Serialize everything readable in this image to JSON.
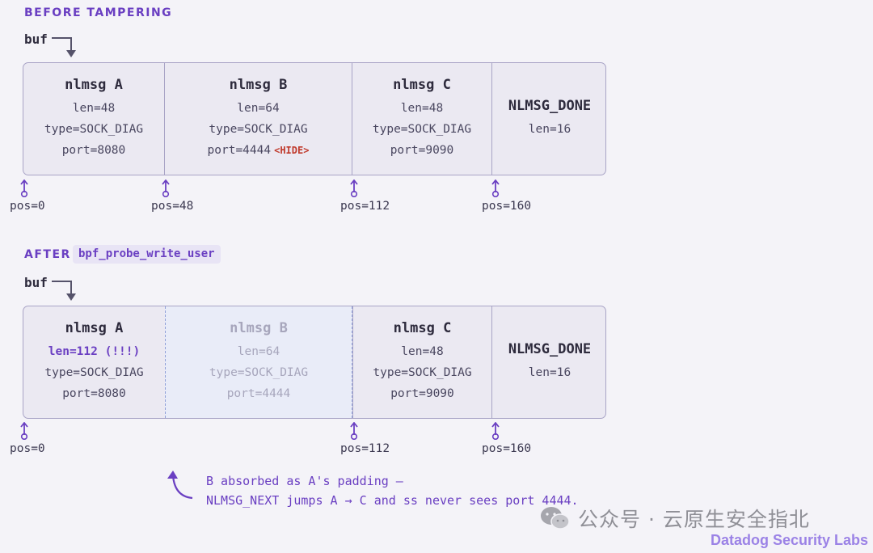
{
  "before": {
    "heading": "BEFORE TAMPERING",
    "buf_label": "buf",
    "cells": [
      {
        "title": "nlmsg A",
        "len": "len=48",
        "type": "type=SOCK_DIAG",
        "port": "port=8080"
      },
      {
        "title": "nlmsg B",
        "len": "len=64",
        "type": "type=SOCK_DIAG",
        "port": "port=4444",
        "tag": "<HIDE>"
      },
      {
        "title": "nlmsg C",
        "len": "len=48",
        "type": "type=SOCK_DIAG",
        "port": "port=9090"
      },
      {
        "title": "NLMSG_DONE",
        "len": "len=16"
      }
    ],
    "positions": [
      "pos=0",
      "pos=48",
      "pos=112",
      "pos=160"
    ]
  },
  "after": {
    "heading": "AFTER",
    "code": "bpf_probe_write_user",
    "buf_label": "buf",
    "cells": [
      {
        "title": "nlmsg A",
        "len": "len=112 (!!!)",
        "type": "type=SOCK_DIAG",
        "port": "port=8080"
      },
      {
        "title": "nlmsg B",
        "len": "len=64",
        "type": "type=SOCK_DIAG",
        "port": "port=4444"
      },
      {
        "title": "nlmsg C",
        "len": "len=48",
        "type": "type=SOCK_DIAG",
        "port": "port=9090"
      },
      {
        "title": "NLMSG_DONE",
        "len": "len=16"
      }
    ],
    "positions": [
      "pos=0",
      "pos=112",
      "pos=160"
    ],
    "note_line1": "B absorbed as A's padding —",
    "note_line2": "NLMSG_NEXT jumps A → C and ss never sees port 4444."
  },
  "watermark": "公众号 · 云原生安全指北",
  "brand": "Datadog Security Labs",
  "colors": {
    "accent": "#6a3fc2",
    "hide": "#c0392b",
    "border": "#a9a4c6",
    "ghost_border": "#8fa0d8"
  }
}
